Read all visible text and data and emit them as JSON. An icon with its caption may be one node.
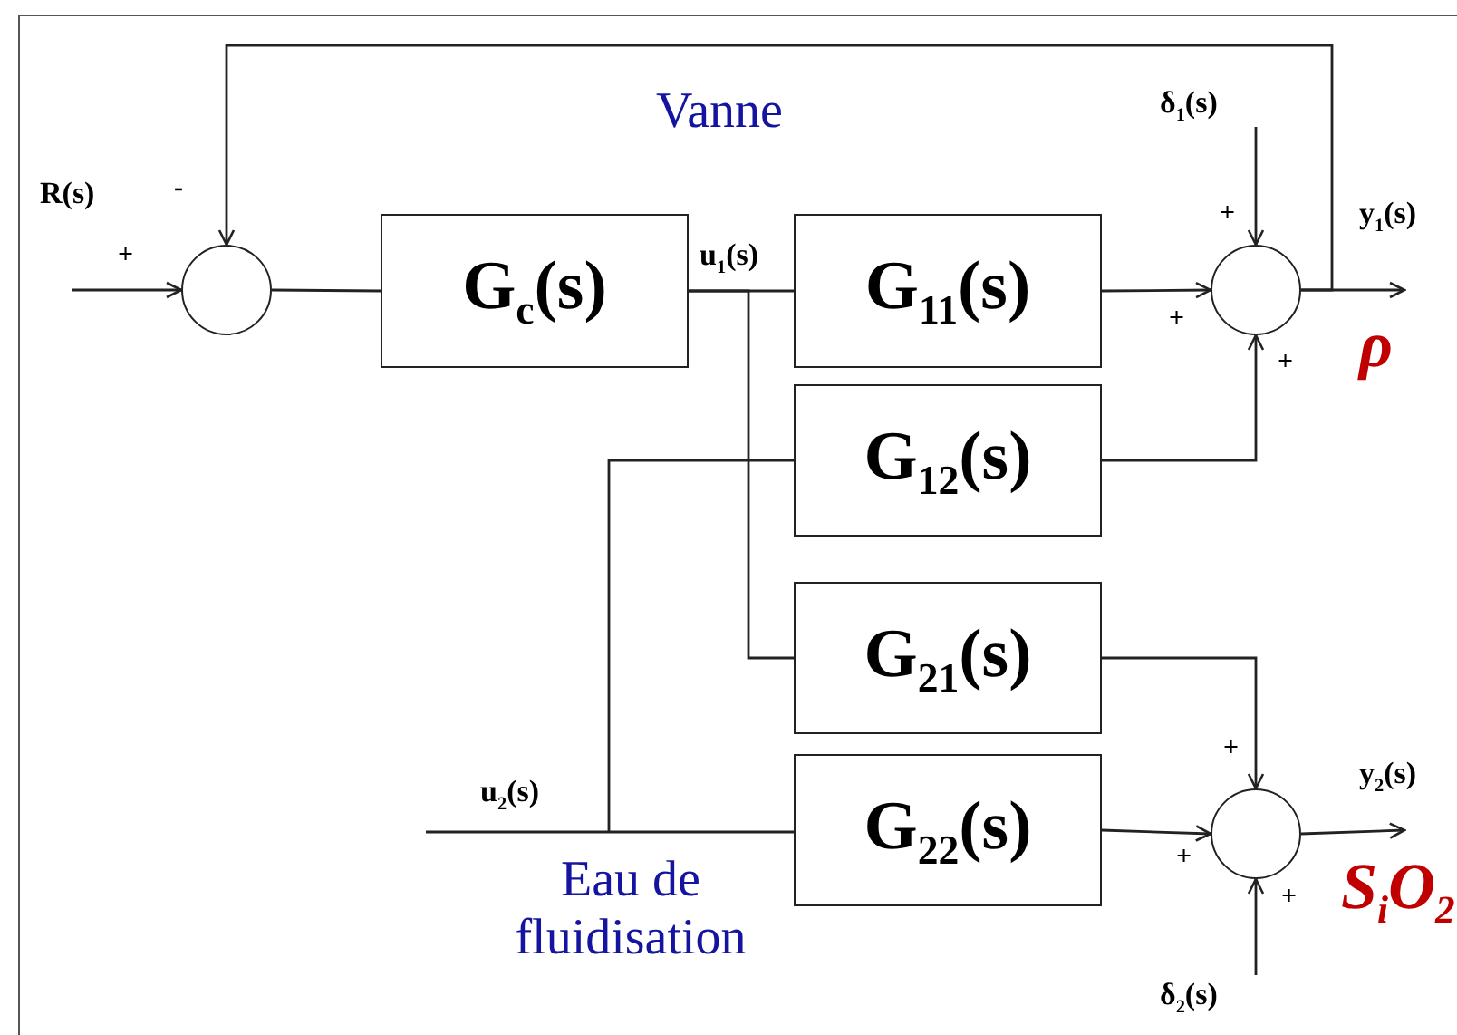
{
  "diagram": {
    "nodes": [
      {
        "text": [],
        "shape": "circle"
      },
      {
        "text": [
          "G$_{c}$(s)"
        ]
      },
      {
        "text": [
          "G$_{11}$(s)"
        ]
      },
      {
        "text": [
          "G$_{12}$(s)"
        ]
      },
      {
        "text": [
          "G$_{21}$(s)"
        ]
      },
      {
        "text": [
          "G$_{22}$(s)"
        ]
      },
      {
        "text": [],
        "shape": "circle"
      },
      {
        "text": [],
        "shape": "circle"
      },
      {
        "text": [
          "δ$_{1}$(s)"
        ]
      },
      {
        "text": [
          "δ$_{2}$(s)"
        ]
      }
    ],
    "edges": [
      {
        "from": null,
        "to": 0,
        "arrow": "to"
      },
      {
        "from": 0,
        "to": 1,
        "arrow": "none"
      },
      {
        "from": 1,
        "to": 2,
        "arrow": "none"
      },
      {
        "from": 1,
        "to": 4,
        "arrow": "none"
      },
      {
        "from": null,
        "to": 5,
        "arrow": "none"
      },
      {
        "from": null,
        "to": 3,
        "arrow": "none"
      },
      {
        "from": 2,
        "to": 6,
        "arrow": "to"
      },
      {
        "from": 3,
        "to": 6,
        "arrow": "to"
      },
      {
        "from": 8,
        "to": 6,
        "arrow": "to"
      },
      {
        "from": 6,
        "to": null,
        "arrow": "to"
      },
      {
        "from": 6,
        "to": 0,
        "arrow": "to"
      },
      {
        "from": 4,
        "to": 7,
        "arrow": "to"
      },
      {
        "from": 5,
        "to": 7,
        "arrow": "to"
      },
      {
        "from": 9,
        "to": 7,
        "arrow": "to"
      },
      {
        "from": 7,
        "to": null,
        "arrow": "to"
      }
    ],
    "labels": [
      "R(s)",
      "-",
      "Vanne",
      "+",
      "y$_{1}$(s)",
      "+",
      "u$_{1}$(s)",
      "+",
      "ρ",
      "+",
      "+",
      "y$_{2}$(s)",
      "u$_{2}$(s)",
      "+",
      "S$_{i}$O$_{2}$",
      "Eau de fluidisation",
      "+"
    ]
  }
}
